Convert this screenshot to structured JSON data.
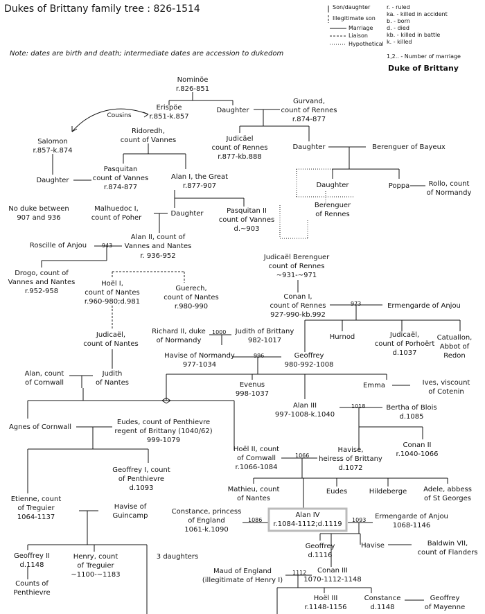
{
  "title": "Dukes of Brittany family tree :",
  "title_dates": "826-1514",
  "note": "Note: dates are birth and death; intermediate dates are accession to dukedom",
  "legend": {
    "son_daughter": "Son/daughter",
    "illegitimate": "Illegitimate son",
    "marriage": "Marriage",
    "liaison": "Liaison",
    "hypothetical": "Hypothetical",
    "abbr": [
      "r. - ruled",
      "ka. - killed in accident",
      "b. - born",
      "d. - died",
      "kb. - killed in battle",
      "k. - killed"
    ],
    "marriage_num": "1,2.. - Number of marriage",
    "duke_label": "Duke of Brittany"
  },
  "people": {
    "nominoe": [
      "Nominöe",
      "r.826-851"
    ],
    "erispoe": [
      "Erispöe",
      "r.851-k.857"
    ],
    "cousins": "Cousins",
    "daughter1": "Daughter",
    "gurvand": [
      "Gurvand,",
      "count of Rennes",
      "r.874-877"
    ],
    "salomon": [
      "Salomon",
      "r.857-k.874"
    ],
    "ridoredh": [
      "Ridoredh,",
      "count of Vannes"
    ],
    "judicael1": [
      "Judicäel",
      "count of Rennes",
      "r.877-kb.888"
    ],
    "daughter2": "Daughter",
    "berenguer_bayeux": "Berenguer of Bayeux",
    "daughter3": "Daughter",
    "pasquitan": [
      "Pasquitan",
      "count of Vannes",
      "r.874-877"
    ],
    "alan1": [
      "Alan I,",
      "the Great",
      "r.877-907"
    ],
    "daughter4": "Daughter",
    "poppa": "Poppa",
    "rollo": [
      "Rollo, count",
      "of Normandy"
    ],
    "no_duke": [
      "No duke between",
      "907 and 936"
    ],
    "malhuedoc": [
      "Malhuedoc I,",
      "count of Poher"
    ],
    "daughter5": "Daughter",
    "pasquitan2": [
      "Pasquitan II",
      "count of Vannes",
      "d.~903"
    ],
    "berenguer_rennes": [
      "Berenguer",
      "of Rennes"
    ],
    "roscille": "Roscille of Anjou",
    "m943": "943",
    "alan2": [
      "Alan II,",
      "count of",
      "Vannes and Nantes",
      "r. 936-952"
    ],
    "drogo": [
      "Drogo,",
      "count of",
      "Vannes and Nantes",
      "r.952-958"
    ],
    "hoel1": [
      "Hoël I,",
      "count of Nantes",
      "r.960-980;d.981"
    ],
    "guerech": [
      "Guerech,",
      "count of Nantes",
      "r.980-990"
    ],
    "judicael_berenguer": [
      "Judicaël Berenguer",
      "count of Rennes",
      "~931-~971"
    ],
    "conan1": [
      "Conan I,",
      "count of Rennes",
      "927-990-kb.992"
    ],
    "m973": "973",
    "ermengarde1": "Ermengarde of Anjou",
    "judicael2": [
      "Judicaël,",
      "count of Nantes"
    ],
    "richard2": [
      "Richard II, duke",
      "of Normandy"
    ],
    "m1000": "1000",
    "judith_brittany": [
      "Judith of Brittany",
      "982-1017"
    ],
    "hurnod": "Hurnod",
    "judicael3": [
      "Judicaël,",
      "count of Porhoërt",
      "d.1037"
    ],
    "catuallon": [
      "Catuallon,",
      "Abbot of",
      "Redon"
    ],
    "havise_normandy": [
      "Havise of Normandy",
      "977-1034"
    ],
    "m996": "996",
    "geoffrey": [
      "Geoffrey",
      "980-992-1008"
    ],
    "alan_cornwall": [
      "Alan, count",
      "of Cornwall"
    ],
    "judith_nantes": [
      "Judith",
      "of Nantes"
    ],
    "evenus": [
      "Evenus",
      "998-1037"
    ],
    "emma": "Emma",
    "ives": [
      "Ives, viscount",
      "of Cotenin"
    ],
    "alan3": [
      "Alan III",
      "997-1008-k.1040"
    ],
    "m1018": "1018",
    "bertha": [
      "Bertha of Blois",
      "d.1085"
    ],
    "agnes": "Agnes of Cornwall",
    "eudes": [
      "Eudes, count of Penthievre",
      "regent of Brittany (1040/62)",
      "999-1079"
    ],
    "conan2": [
      "Conan II",
      "r.1040-1066"
    ],
    "hoel2": [
      "Hoël II,",
      "count",
      "of Cornwall",
      "r.1066-1084"
    ],
    "m1066": "1066",
    "havise_heiress": [
      "Havise,",
      "heiress of Brittany",
      "d.1072"
    ],
    "geoffrey1": [
      "Geoffrey I, count",
      "of Penthievre",
      "d.1093"
    ],
    "mathieu": [
      "Mathieu, count",
      "of Nantes"
    ],
    "eudes2": "Eudes",
    "hildeberge": "Hildeberge",
    "adele": [
      "Adele, abbess",
      "of St Georges"
    ],
    "etienne": [
      "Etienne, count",
      "of Treguier",
      "1064-1137"
    ],
    "havise_guincamp": [
      "Havise of",
      "Guincamp"
    ],
    "constance_eng": [
      "Constance, princess",
      "of England",
      "1061-k.1090"
    ],
    "m1086": "1086",
    "alan4": [
      "Alan IV",
      "r.1084-1112;d.1119"
    ],
    "m1093": "1093",
    "ermengarde2": [
      "Ermengarde of Anjou",
      "1068-1146"
    ],
    "geoffrey2": [
      "Geoffrey II",
      "d.1148"
    ],
    "henry": [
      "Henry, count",
      "of Treguier",
      "~1100-~1183"
    ],
    "three_daughters": "3 daughters",
    "geoffrey_d1116": [
      "Geoffrey",
      "d.1116"
    ],
    "havise3": "Havise",
    "baldwin": [
      "Baldwin VII,",
      "count of Flanders"
    ],
    "counts_penthievre": [
      "Counts of",
      "Penthievre"
    ],
    "maud": [
      "Maud of England",
      "(illegitimate of Henry I)"
    ],
    "m1112": "1112",
    "conan3": [
      "Conan III",
      "1070-1112-1148"
    ],
    "hoel3": [
      "Hoël III",
      "r.1148-1156"
    ],
    "constance2": [
      "Constance",
      "d.1148"
    ],
    "geoffrey_mayenne": [
      "Geoffrey",
      "of Mayenne"
    ]
  }
}
